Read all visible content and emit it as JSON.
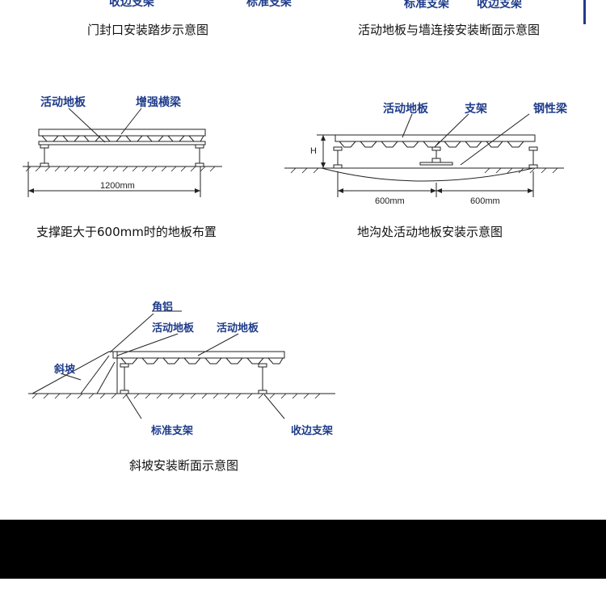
{
  "top_partial": {
    "left_label": "收边支架",
    "mid_label": "标准支架",
    "right_label_1": "标准支架",
    "right_label_2": "收边支架"
  },
  "captions": {
    "door_seal": "门封口安装踏步示意图",
    "wall_connection": "活动地板与墙连接安装断面示意图",
    "span_over_600": "支撑距大于600mm时的地板布置",
    "trench": "地沟处活动地板安装示意图",
    "slope": "斜坡安装断面示意图"
  },
  "diagram_span": {
    "label_floor": "活动地板",
    "label_beam": "增强横梁",
    "dimension": "1200mm"
  },
  "diagram_trench": {
    "label_floor": "活动地板",
    "label_support": "支架",
    "label_steel_beam": "钢性梁",
    "height_mark": "H",
    "dimension_left": "600mm",
    "dimension_right": "600mm"
  },
  "diagram_slope": {
    "label_angle": "角铝",
    "label_floor_1": "活动地板",
    "label_floor_2": "活动地板",
    "label_slope": "斜坡",
    "label_standard": "标准支架",
    "label_edge": "收边支架"
  },
  "colors": {
    "label_blue": "#1f3c8a",
    "line": "#222222",
    "band": "#000000"
  }
}
